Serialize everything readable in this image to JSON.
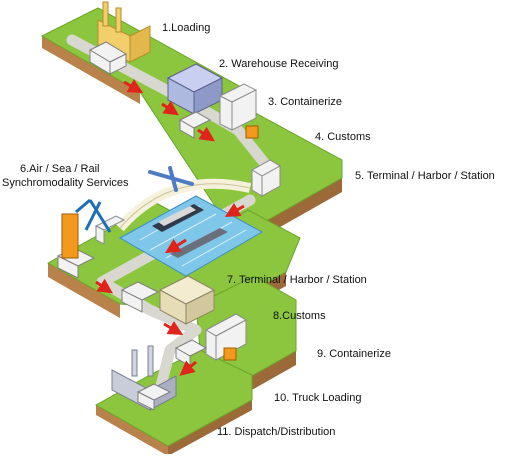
{
  "steps": [
    {
      "id": "s1",
      "label": "1.Loading"
    },
    {
      "id": "s2",
      "label": "2. Warehouse Receiving"
    },
    {
      "id": "s3",
      "label": "3. Containerize"
    },
    {
      "id": "s4",
      "label": "4. Customs"
    },
    {
      "id": "s5",
      "label": "5. Terminal / Harbor / Station"
    },
    {
      "id": "s6a",
      "label": "6.Air / Sea / Rail"
    },
    {
      "id": "s6b",
      "label": "Synchromodality Services"
    },
    {
      "id": "s7",
      "label": "7. Terminal / Harbor / Station"
    },
    {
      "id": "s8",
      "label": "8.Customs"
    },
    {
      "id": "s9",
      "label": "9. Containerize"
    },
    {
      "id": "s10",
      "label": "10. Truck Loading"
    },
    {
      "id": "s11",
      "label": "11. Dispatch/Distribution"
    }
  ],
  "colors": {
    "grass": "#8cc63f",
    "grass_dark": "#6aa52a",
    "road": "#d8d8d0",
    "soil_side": "#b9824a",
    "soil_front": "#9c6a38",
    "water": "#7fc7e8",
    "water_dark": "#3d8fc4",
    "arrow": "#e0231b",
    "truck": "#f2f2f2",
    "building_blue": "#aeb9e0",
    "factory": "#f2cf6a",
    "crane": "#f39a1e"
  },
  "icons": [
    "factory-icon",
    "warehouse-icon",
    "truck-icon",
    "container-icon",
    "forklift-icon",
    "crane-icon",
    "ship-icon",
    "airplane-icon",
    "train-icon",
    "bridge-icon"
  ]
}
